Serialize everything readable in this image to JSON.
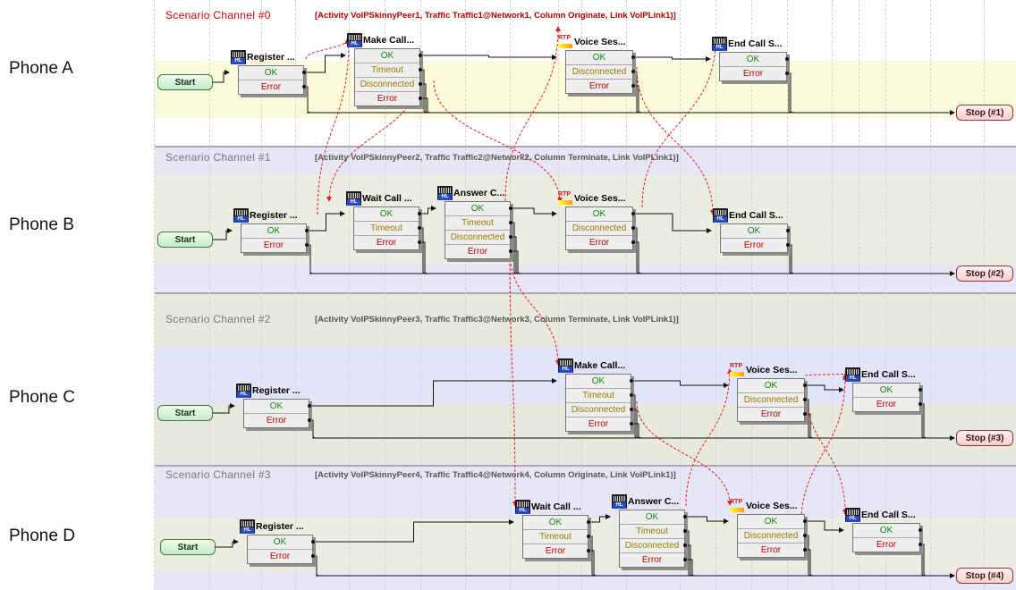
{
  "phones": [
    "Phone A",
    "Phone B",
    "Phone C",
    "Phone D"
  ],
  "channels": [
    {
      "title": "Scenario Channel #0",
      "info": "[Activity VoIPSkinnyPeer1, Traffic Traffic1@Network1, Column Originate, Link VoIPLink1)]",
      "start": "Start",
      "stop": "Stop (#1)",
      "nodes": [
        {
          "id": "a_reg",
          "icon": "hl",
          "title": "Register ...",
          "outputs": [
            "OK",
            "Error"
          ]
        },
        {
          "id": "a_make",
          "icon": "hl",
          "title": "Make Call...",
          "outputs": [
            "OK",
            "Timeout",
            "Disconnected",
            "Error"
          ]
        },
        {
          "id": "a_voice",
          "icon": "rtp",
          "title": "Voice Ses...",
          "outputs": [
            "OK",
            "Disconnected",
            "Error"
          ]
        },
        {
          "id": "a_end",
          "icon": "hl",
          "title": "End Call S...",
          "outputs": [
            "OK",
            "Error"
          ]
        }
      ]
    },
    {
      "title": "Scenario Channel #1",
      "info": "[Activity VoIPSkinnyPeer2, Traffic Traffic2@Network2, Column Terminate, Link VoIPLink1)]",
      "start": "Start",
      "stop": "Stop (#2)",
      "nodes": [
        {
          "id": "b_reg",
          "icon": "hl",
          "title": "Register ...",
          "outputs": [
            "OK",
            "Error"
          ]
        },
        {
          "id": "b_wait",
          "icon": "hl",
          "title": "Wait Call ...",
          "outputs": [
            "OK",
            "Timeout",
            "Error"
          ]
        },
        {
          "id": "b_ans",
          "icon": "hl",
          "title": "Answer C...",
          "outputs": [
            "OK",
            "Timeout",
            "Disconnected",
            "Error"
          ]
        },
        {
          "id": "b_voice",
          "icon": "rtp",
          "title": "Voice Ses...",
          "outputs": [
            "OK",
            "Disconnected",
            "Error"
          ]
        },
        {
          "id": "b_end",
          "icon": "hl",
          "title": "End Call S...",
          "outputs": [
            "OK",
            "Error"
          ]
        }
      ]
    },
    {
      "title": "Scenario Channel #2",
      "info": "[Activity VoIPSkinnyPeer3, Traffic Traffic3@Network3, Column Terminate, Link VoIPLink1)]",
      "start": "Start",
      "stop": "Stop (#3)",
      "nodes": [
        {
          "id": "c_reg",
          "icon": "hl",
          "title": "Register ...",
          "outputs": [
            "OK",
            "Error"
          ]
        },
        {
          "id": "c_make",
          "icon": "hl",
          "title": "Make Call...",
          "outputs": [
            "OK",
            "Timeout",
            "Disconnected",
            "Error"
          ]
        },
        {
          "id": "c_voice",
          "icon": "rtp",
          "title": "Voice Ses...",
          "outputs": [
            "OK",
            "Disconnected",
            "Error"
          ]
        },
        {
          "id": "c_end",
          "icon": "hl",
          "title": "End Call S...",
          "outputs": [
            "OK",
            "Error"
          ]
        }
      ]
    },
    {
      "title": "Scenario Channel #3",
      "info": "[Activity VoIPSkinnyPeer4, Traffic Traffic4@Network4, Column Originate, Link VoIPLink1)]",
      "start": "Start",
      "stop": "Stop (#4)",
      "nodes": [
        {
          "id": "d_reg",
          "icon": "hl",
          "title": "Register ...",
          "outputs": [
            "OK",
            "Error"
          ]
        },
        {
          "id": "d_wait",
          "icon": "hl",
          "title": "Wait Call ...",
          "outputs": [
            "OK",
            "Timeout",
            "Error"
          ]
        },
        {
          "id": "d_ans",
          "icon": "hl",
          "title": "Answer C...",
          "outputs": [
            "OK",
            "Timeout",
            "Disconnected",
            "Error"
          ]
        },
        {
          "id": "d_voice",
          "icon": "rtp",
          "title": "Voice Ses...",
          "outputs": [
            "OK",
            "Disconnected",
            "Error"
          ]
        },
        {
          "id": "d_end",
          "icon": "hl",
          "title": "End Call S...",
          "outputs": [
            "OK",
            "Error"
          ]
        }
      ]
    }
  ],
  "icon_text": {
    "hl": "HL",
    "rtp": "RTP"
  },
  "colors": {
    "ok": "#118811",
    "timeout": "#9a7a00",
    "disconnected": "#9a7a00",
    "error": "#bb0000",
    "signal": "#e02020",
    "channel_title_active": "#cc0000"
  }
}
